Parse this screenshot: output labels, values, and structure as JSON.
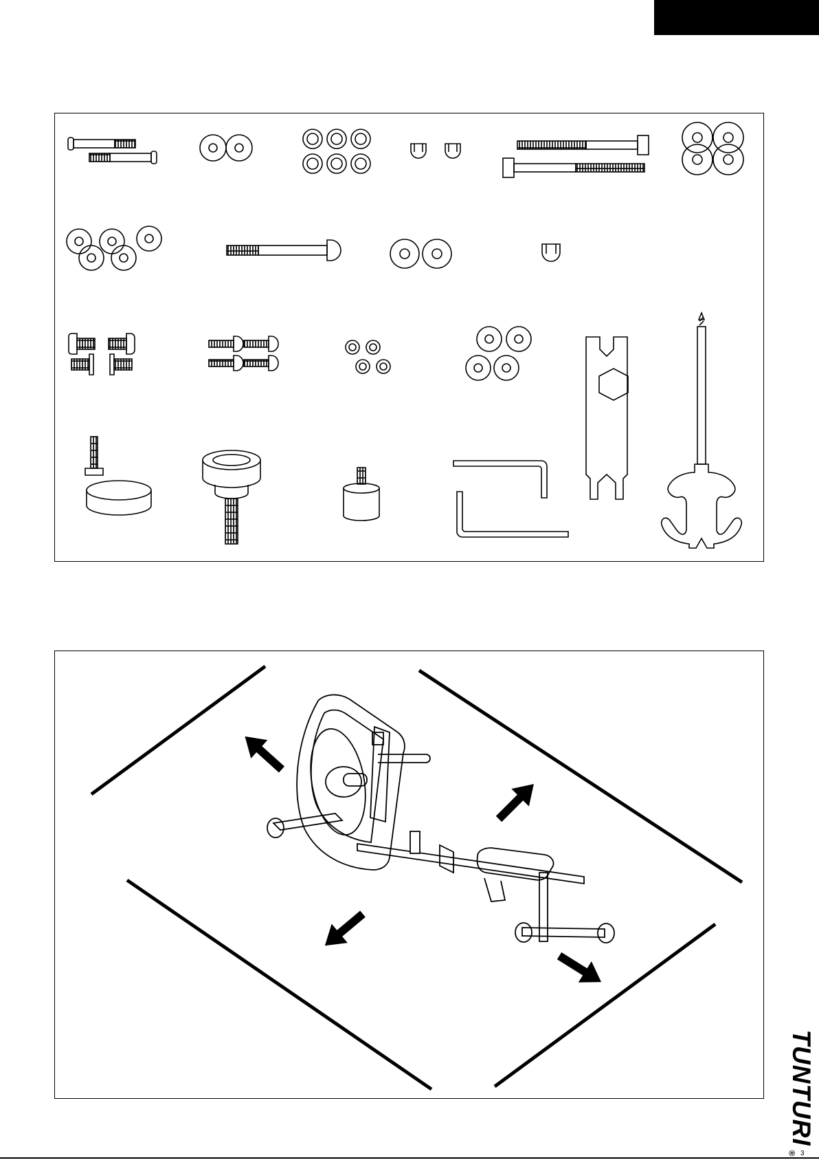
{
  "brand": {
    "name": "TUNTURI",
    "mark": "®"
  },
  "page": {
    "number": "3"
  },
  "figure_parts": {
    "items": [
      "carriage-bolts-x2",
      "flat-washers-x2",
      "spring-washers-x6",
      "cap-nuts-x2",
      "long-hex-bolts-x2",
      "large-washers-x4",
      "washers-x5",
      "long-bolt-x1",
      "washers-x2",
      "cap-nut-x1",
      "short-bolts-x4",
      "button-screws-x4",
      "spring-washers-x4",
      "washers-x4",
      "combination-wrench",
      "adjustable-foot",
      "adjustment-knob",
      "rubber-stopper",
      "allen-keys-x2",
      "screwdriver-wrench"
    ]
  },
  "figure_floor": {
    "arrows": 4
  }
}
